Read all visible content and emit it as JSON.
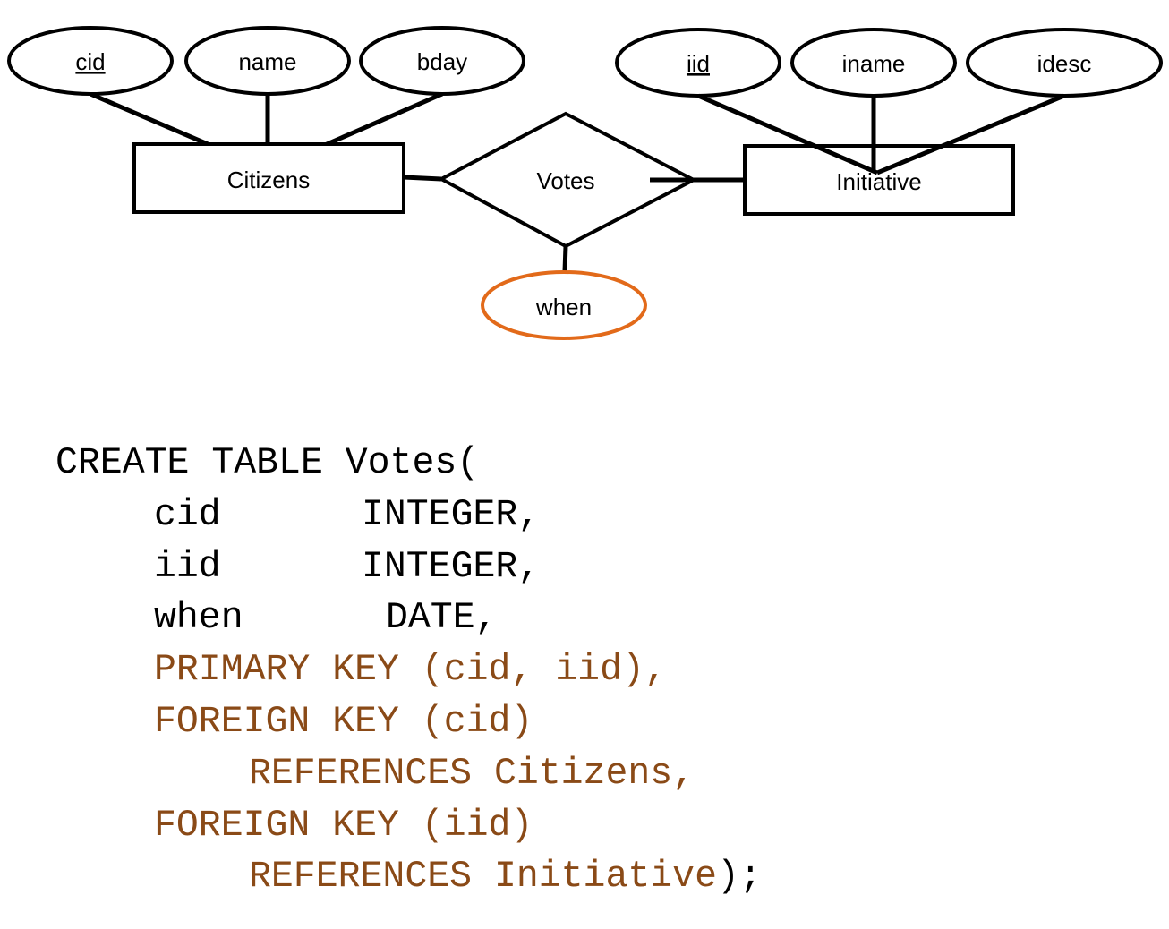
{
  "colors": {
    "ink": "#000000",
    "added_attribute": "#e26a1a",
    "constraint_code": "#8a4a17"
  },
  "entities": {
    "citizens": {
      "label": "Citizens",
      "attributes": [
        {
          "label": "cid",
          "is_key": true
        },
        {
          "label": "name",
          "is_key": false
        },
        {
          "label": "bday",
          "is_key": false
        }
      ]
    },
    "initiative": {
      "label": "Initiative",
      "attributes": [
        {
          "label": "iid",
          "is_key": true
        },
        {
          "label": "iname",
          "is_key": false
        },
        {
          "label": "idesc",
          "is_key": false
        }
      ]
    }
  },
  "relationship": {
    "label": "Votes",
    "attribute": {
      "label": "when",
      "highlighted": true
    }
  },
  "sql": {
    "create": "CREATE TABLE Votes(",
    "columns": [
      {
        "name": "cid",
        "type": "INTEGER,"
      },
      {
        "name": "iid",
        "type": "INTEGER,"
      },
      {
        "name": "when",
        "type": "DATE,"
      }
    ],
    "primary_key": "PRIMARY KEY (cid, iid),",
    "fk1": "FOREIGN KEY (cid)",
    "fk1_ref": "REFERENCES Citizens,",
    "fk2": "FOREIGN KEY (iid)",
    "fk2_ref": "REFERENCES Initiative",
    "close": ");"
  }
}
